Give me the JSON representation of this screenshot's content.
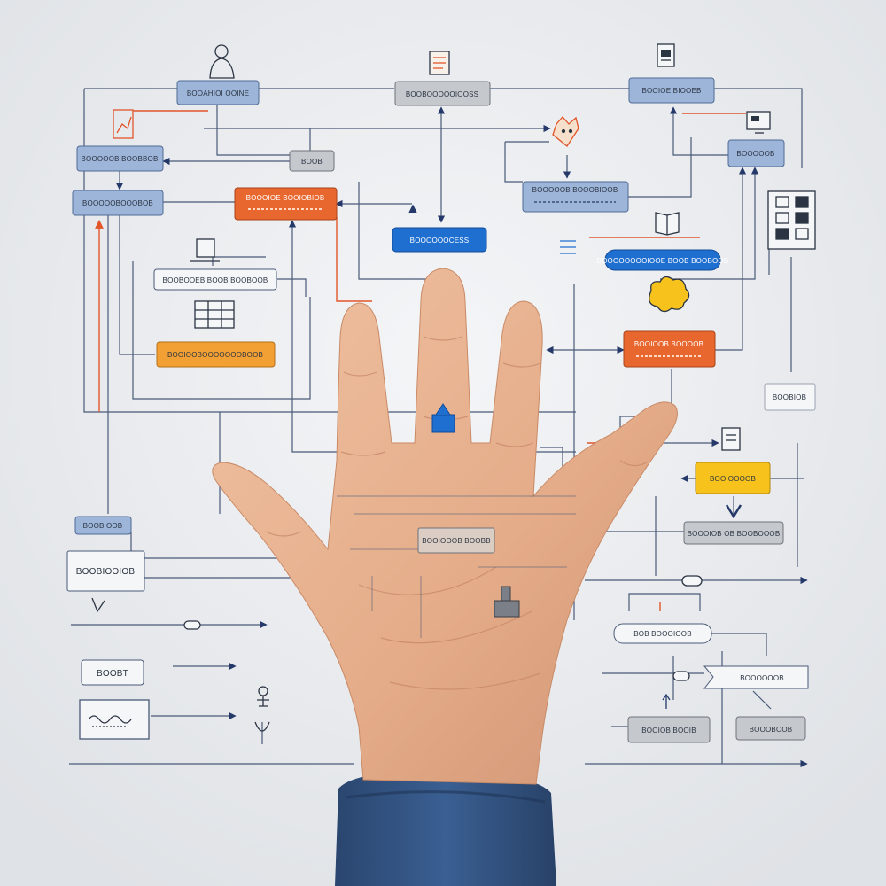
{
  "colors": {
    "background": "#e9ebee",
    "line": "#4a5a78",
    "accent_line": "#e2552a",
    "box_blue": "#9db5d8",
    "box_blue_dark": "#1f6fd0",
    "box_orange": "#e8672f",
    "box_amber": "#f2a033",
    "box_yellow": "#f6c21b",
    "box_gray": "#c5c8cd",
    "box_white": "#f5f6f8",
    "skin": "#e9b593",
    "sleeve": "#2f4f7e"
  },
  "diagram": {
    "nodes": [
      {
        "id": "n1",
        "label": "BOOAHIOI OOINE",
        "style": "blue"
      },
      {
        "id": "n2",
        "label": "BOOBOOOOOIOOSS",
        "style": "gray"
      },
      {
        "id": "n3",
        "label": "BOOIOE BIOOEB",
        "style": "blue"
      },
      {
        "id": "n4",
        "label": "BOOOOOB BOOBBOB",
        "style": "blue"
      },
      {
        "id": "n5",
        "label": "BOOB",
        "style": "gray"
      },
      {
        "id": "n6",
        "label": "BOOOOOB",
        "style": "blue"
      },
      {
        "id": "n7",
        "label": "BOOOOOBOOOBOB",
        "style": "blue"
      },
      {
        "id": "n8",
        "label": "BOOOIOE BOOIOBIOB",
        "style": "orange"
      },
      {
        "id": "n9",
        "label": "BOOOOOB BOOOBIOOB",
        "style": "blue"
      },
      {
        "id": "n10",
        "label": "BOOOOOOCESS",
        "style": "blue-dark"
      },
      {
        "id": "n11",
        "label": "BOOOOOOOOIOOE BOOB BOOBOOB",
        "style": "blue-dark"
      },
      {
        "id": "n12",
        "label": "BOOBOOEB BOOB BOOBOOB",
        "style": "white"
      },
      {
        "id": "n13",
        "label": "BOOIOOBOOOOOOOBOOB",
        "style": "amber"
      },
      {
        "id": "n14",
        "label": "BOOIOOB BOOOOB",
        "style": "orange"
      },
      {
        "id": "n15",
        "label": "BOOBIOB",
        "style": "white"
      },
      {
        "id": "n16",
        "label": "BOOIOOOOB",
        "style": "yellow"
      },
      {
        "id": "n17",
        "label": "BOOOIOB OB BOOBOOOB",
        "style": "gray"
      },
      {
        "id": "n18",
        "label": "BOOBIOOB",
        "style": "blue"
      },
      {
        "id": "n19",
        "label": "BOOBIOOIOB",
        "style": "white"
      },
      {
        "id": "n20",
        "label": "BOOIOOOB BOOBB",
        "style": "gray"
      },
      {
        "id": "n21",
        "label": "BOB BOOOIOOB",
        "style": "white"
      },
      {
        "id": "n22",
        "label": "BOOBT",
        "style": "white"
      },
      {
        "id": "n23",
        "label": "BOOOOOOB",
        "style": "white"
      },
      {
        "id": "n24",
        "label": "BOOIOB BOOIB",
        "style": "gray"
      },
      {
        "id": "n25",
        "label": "BOOOBOOB",
        "style": "gray"
      }
    ]
  }
}
